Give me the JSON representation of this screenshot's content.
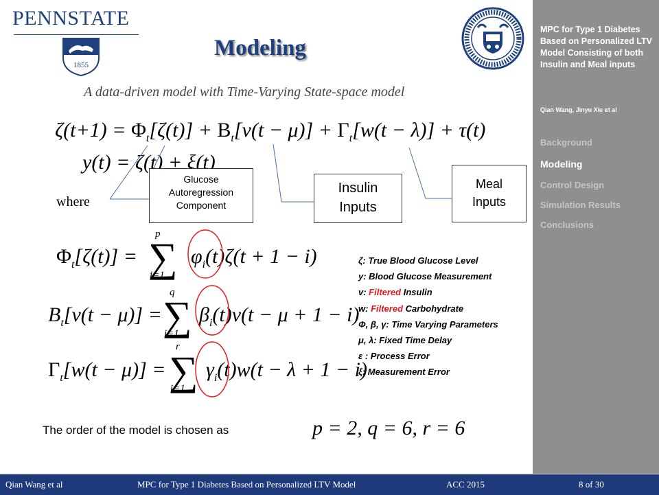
{
  "logo": {
    "text": "PENNSTATE",
    "years": "1855"
  },
  "title": "Modeling",
  "subtitle": "A data-driven model with Time-Varying State-space model",
  "equations": {
    "state": {
      "lhs": "ζ(t+1) =",
      "phi": "Φ",
      "sub": "t",
      "rest1": "[ζ(t)] + ",
      "b": "B",
      "rest2": "[v(t − μ)] + ",
      "gamma": "Γ",
      "rest3": "[w(t − λ)] + τ(t)"
    },
    "output": {
      "text": "y(t) = ζ(t) + ξ(t)"
    },
    "phi_def": {
      "lhs": "Φ",
      "lhs2": "[ζ(t)] =",
      "upper": "p",
      "lower": "i=1",
      "term": "φ",
      "rest": "(t)ζ(t + 1 − i)"
    },
    "b_def": {
      "lhs": "B",
      "lhs2": "[v(t − μ)] =",
      "upper": "q",
      "lower": "i=1",
      "term": "β",
      "rest": "(t)v(t − μ + 1 − i)"
    },
    "gamma_def": {
      "lhs": "Γ",
      "lhs2": "[w(t − μ)] =",
      "upper": "r",
      "lower": "i=1",
      "term": "γ",
      "rest": "(t)w(t − λ + 1 − i)"
    }
  },
  "where_label": "where",
  "boxes": {
    "glucose": [
      "Glucose",
      "Autoregression",
      "Component"
    ],
    "insulin": [
      "Insulin",
      "Inputs"
    ],
    "meal": [
      "Meal",
      "Inputs"
    ]
  },
  "legend": [
    {
      "text": "ζ: True Blood Glucose Level"
    },
    {
      "text": "y: Blood Glucose Measurement"
    },
    {
      "pre": "v: ",
      "red": "Filtered",
      "post": " Insulin"
    },
    {
      "pre": "w: ",
      "red": "Filtered",
      "post": " Carbohydrate"
    },
    {
      "text": "Φ, β, γ: Time Varying Parameters"
    },
    {
      "text": "μ, λ: Fixed Time Delay"
    },
    {
      "text": "ε : Process Error"
    },
    {
      "text": "ξ: Measurement Error"
    }
  ],
  "order": {
    "label": "The order of the model is chosen as",
    "equation": "p = 2, q = 6, r = 6"
  },
  "sidebar": {
    "title": "MPC for Type 1 Diabetes Based on Personalized LTV Model Consisting of both Insulin and Meal inputs",
    "authors": "Qian Wang, Jinyu Xie et al",
    "nav": [
      "Background",
      "Modeling",
      "Control Design",
      "Simulation Results",
      "Conclusions"
    ],
    "active_index": 1
  },
  "footer": {
    "author": "Qian Wang et al",
    "title": "MPC for Type 1 Diabetes Based on Personalized LTV Model",
    "venue": "ACC 2015",
    "page": "8 of  30"
  },
  "colors": {
    "brand_blue": "#1e407c",
    "footer_blue": "#1e3a7a",
    "sidebar_gray": "#8f8f8f",
    "circle_red": "#e51b1b"
  }
}
